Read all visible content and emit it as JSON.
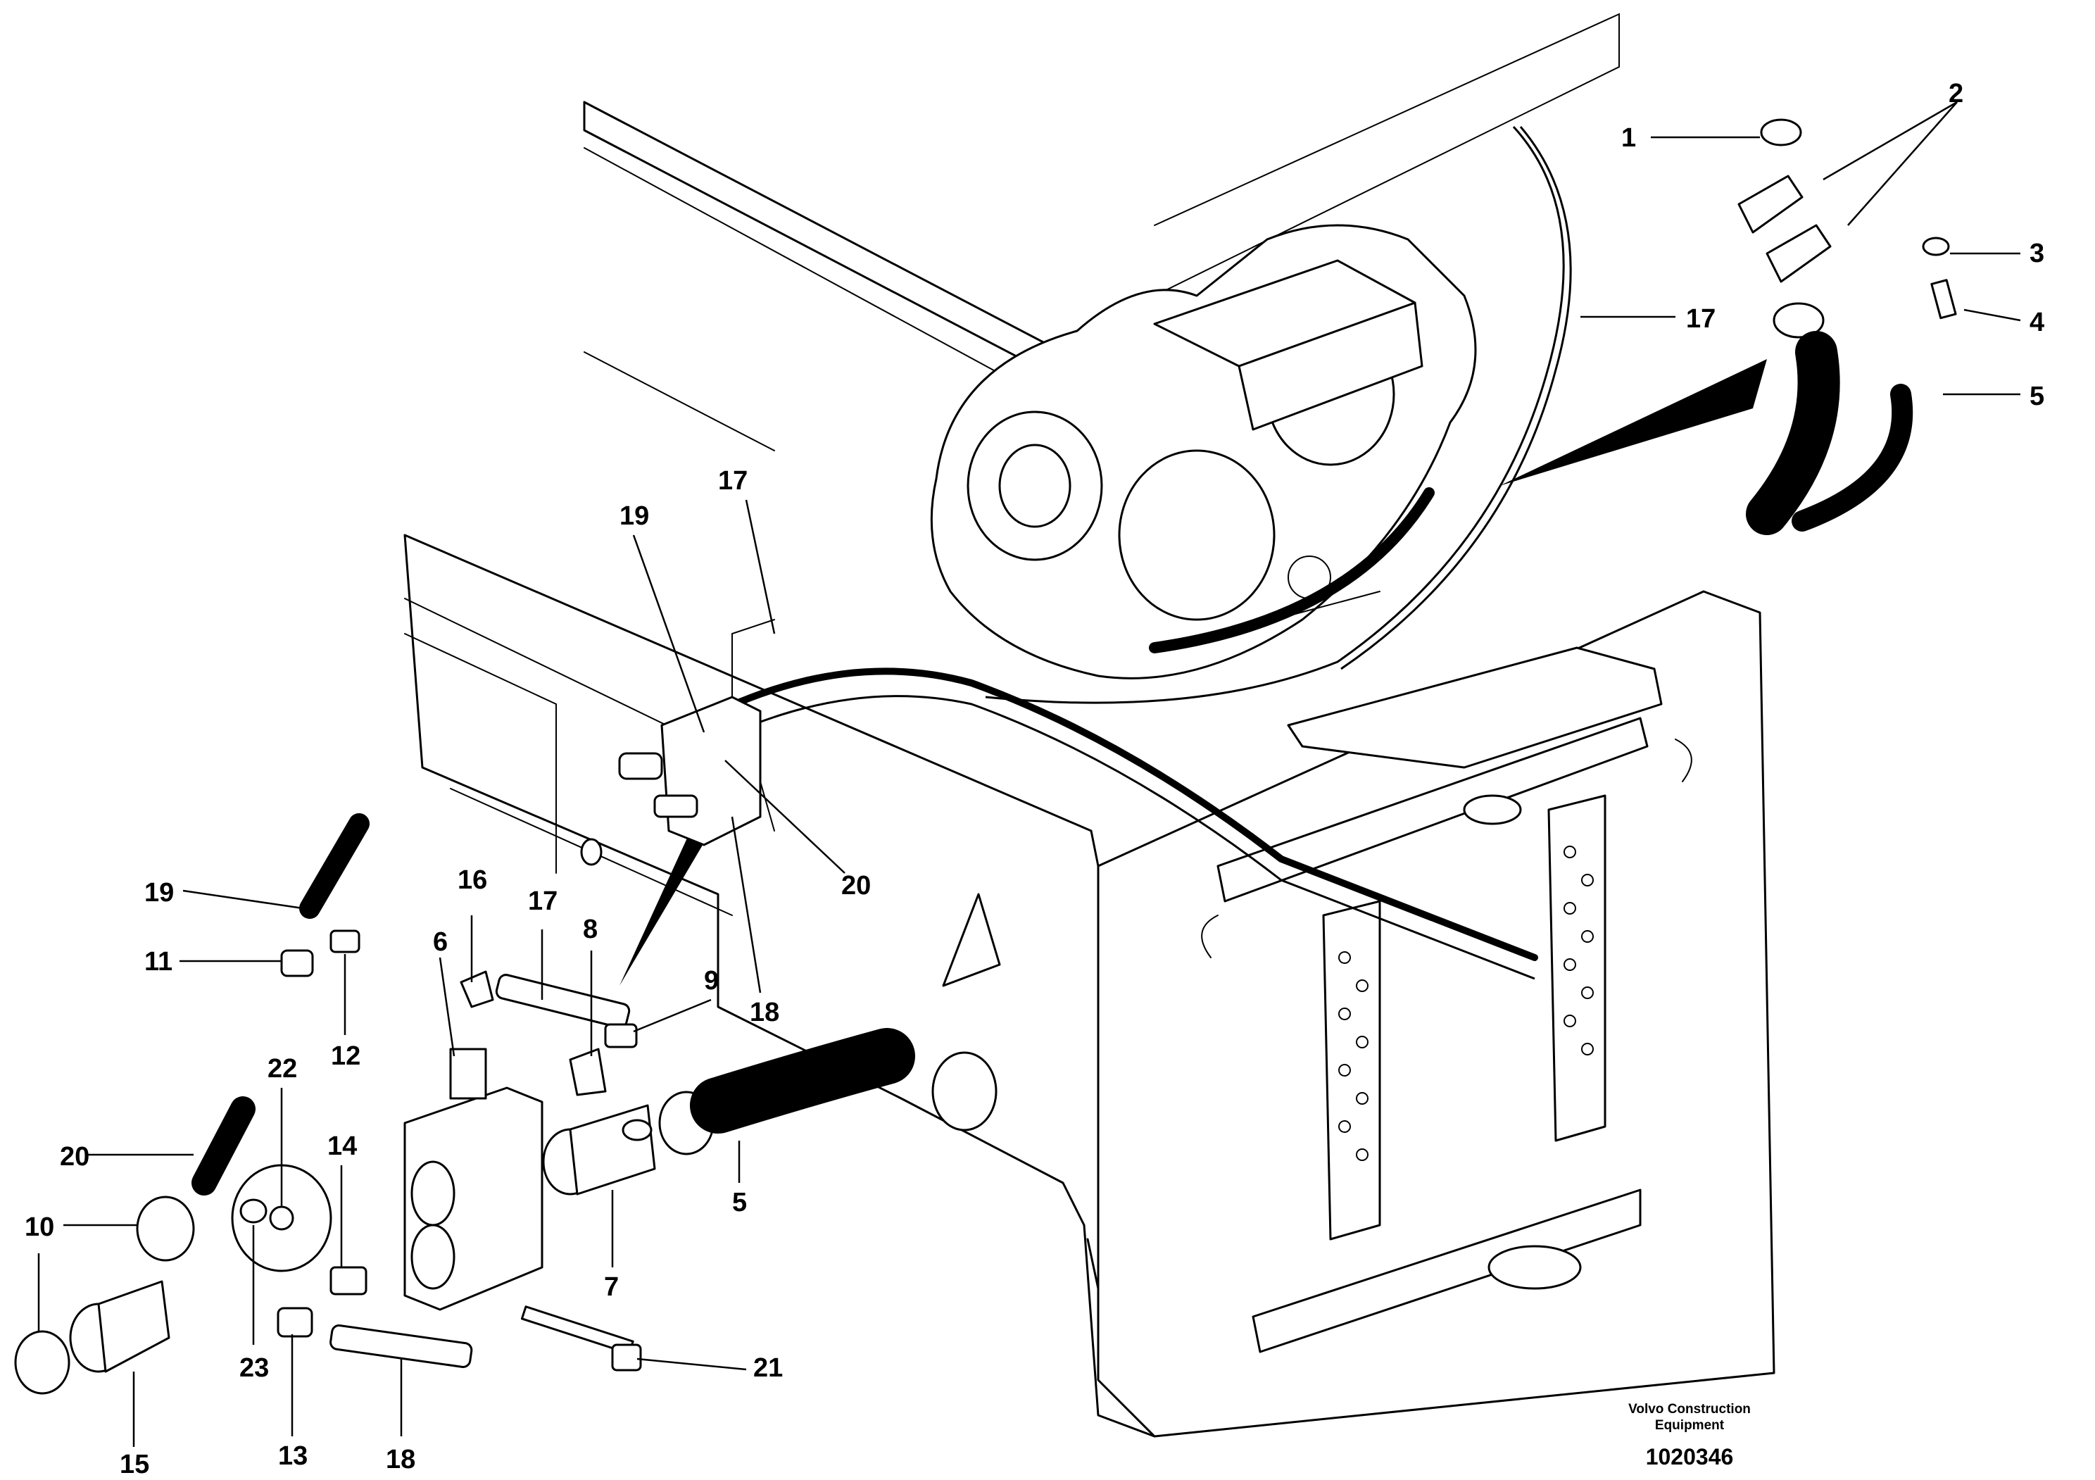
{
  "callouts": [
    {
      "id": "1",
      "label": "1"
    },
    {
      "id": "2",
      "label": "2"
    },
    {
      "id": "3",
      "label": "3"
    },
    {
      "id": "4",
      "label": "4"
    },
    {
      "id": "5a",
      "label": "5"
    },
    {
      "id": "17a",
      "label": "17"
    },
    {
      "id": "17b",
      "label": "17"
    },
    {
      "id": "19a",
      "label": "19"
    },
    {
      "id": "20a",
      "label": "20"
    },
    {
      "id": "18a",
      "label": "18"
    },
    {
      "id": "19b",
      "label": "19"
    },
    {
      "id": "11",
      "label": "11"
    },
    {
      "id": "12",
      "label": "12"
    },
    {
      "id": "16",
      "label": "16"
    },
    {
      "id": "17c",
      "label": "17"
    },
    {
      "id": "6",
      "label": "6"
    },
    {
      "id": "8",
      "label": "8"
    },
    {
      "id": "9",
      "label": "9"
    },
    {
      "id": "22",
      "label": "22"
    },
    {
      "id": "14",
      "label": "14"
    },
    {
      "id": "20b",
      "label": "20"
    },
    {
      "id": "10",
      "label": "10"
    },
    {
      "id": "5b",
      "label": "5"
    },
    {
      "id": "7",
      "label": "7"
    },
    {
      "id": "23",
      "label": "23"
    },
    {
      "id": "21",
      "label": "21"
    },
    {
      "id": "13",
      "label": "13"
    },
    {
      "id": "18b",
      "label": "18"
    },
    {
      "id": "15",
      "label": "15"
    }
  ],
  "footer": {
    "credit_line1": "Volvo Construction",
    "credit_line2": "Equipment",
    "drawing_number": "1020346"
  }
}
